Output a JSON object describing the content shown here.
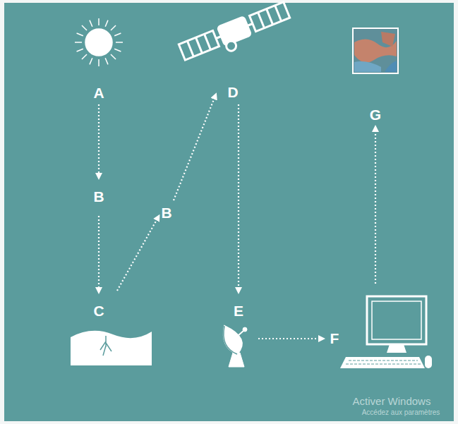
{
  "diagram": {
    "labels": [
      "A",
      "D",
      "G",
      "B",
      "B",
      "C",
      "E",
      "F",
      "Activer Windows",
      "Accédez aux paramètres"
    ]
  }
}
